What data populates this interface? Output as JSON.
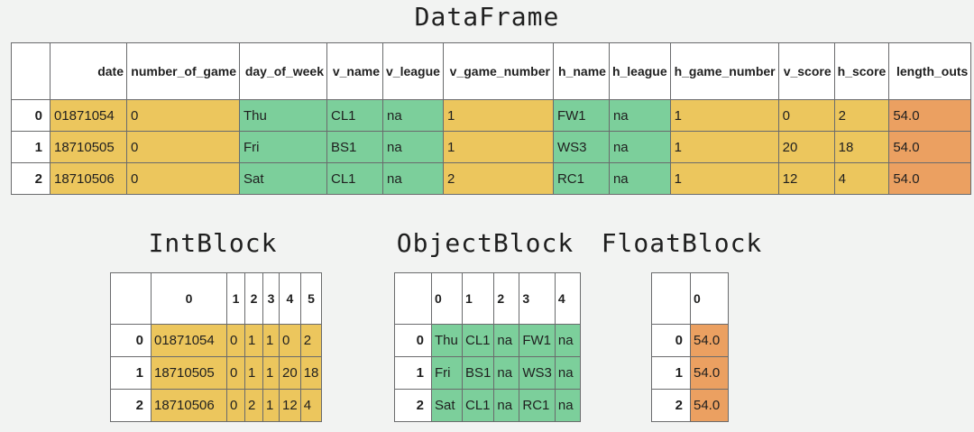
{
  "page_title": "DataFrame",
  "colors": {
    "int_cell": "#ecc65d",
    "object_cell": "#7ccf9b",
    "float_cell": "#eba061",
    "page_background": "#f2f3f2",
    "table_border": "#6a6b6d",
    "header_background": "#ffffff",
    "text": "#1f1f1f"
  },
  "dataframe": {
    "columns": [
      "date",
      "number_of_game",
      "day_of_week",
      "v_name",
      "v_league",
      "v_game_number",
      "h_name",
      "h_league",
      "h_game_number",
      "v_score",
      "h_score",
      "length_outs"
    ],
    "column_types": [
      "int",
      "int",
      "object",
      "object",
      "object",
      "int",
      "object",
      "object",
      "int",
      "int",
      "int",
      "float"
    ],
    "row_indices": [
      "0",
      "1",
      "2"
    ],
    "rows": [
      [
        "01871054",
        "0",
        "Thu",
        "CL1",
        "na",
        "1",
        "FW1",
        "na",
        "1",
        "0",
        "2",
        "54.0"
      ],
      [
        "18710505",
        "0",
        "Fri",
        "BS1",
        "na",
        "1",
        "WS3",
        "na",
        "1",
        "20",
        "18",
        "54.0"
      ],
      [
        "18710506",
        "0",
        "Sat",
        "CL1",
        "na",
        "2",
        "RC1",
        "na",
        "1",
        "12",
        "4",
        "54.0"
      ]
    ]
  },
  "blocks": [
    {
      "title": "IntBlock",
      "type": "int",
      "columns": [
        "0",
        "1",
        "2",
        "3",
        "4",
        "5"
      ],
      "row_indices": [
        "0",
        "1",
        "2"
      ],
      "rows": [
        [
          "01871054",
          "0",
          "1",
          "1",
          "0",
          "2"
        ],
        [
          "18710505",
          "0",
          "1",
          "1",
          "20",
          "18"
        ],
        [
          "18710506",
          "0",
          "2",
          "1",
          "12",
          "4"
        ]
      ]
    },
    {
      "title": "ObjectBlock",
      "type": "object",
      "columns": [
        "0",
        "1",
        "2",
        "3",
        "4"
      ],
      "row_indices": [
        "0",
        "1",
        "2"
      ],
      "rows": [
        [
          "Thu",
          "CL1",
          "na",
          "FW1",
          "na"
        ],
        [
          "Fri",
          "BS1",
          "na",
          "WS3",
          "na"
        ],
        [
          "Sat",
          "CL1",
          "na",
          "RC1",
          "na"
        ]
      ]
    },
    {
      "title": "FloatBlock",
      "type": "float",
      "columns": [
        "0"
      ],
      "row_indices": [
        "0",
        "1",
        "2"
      ],
      "rows": [
        [
          "54.0"
        ],
        [
          "54.0"
        ],
        [
          "54.0"
        ]
      ]
    }
  ]
}
